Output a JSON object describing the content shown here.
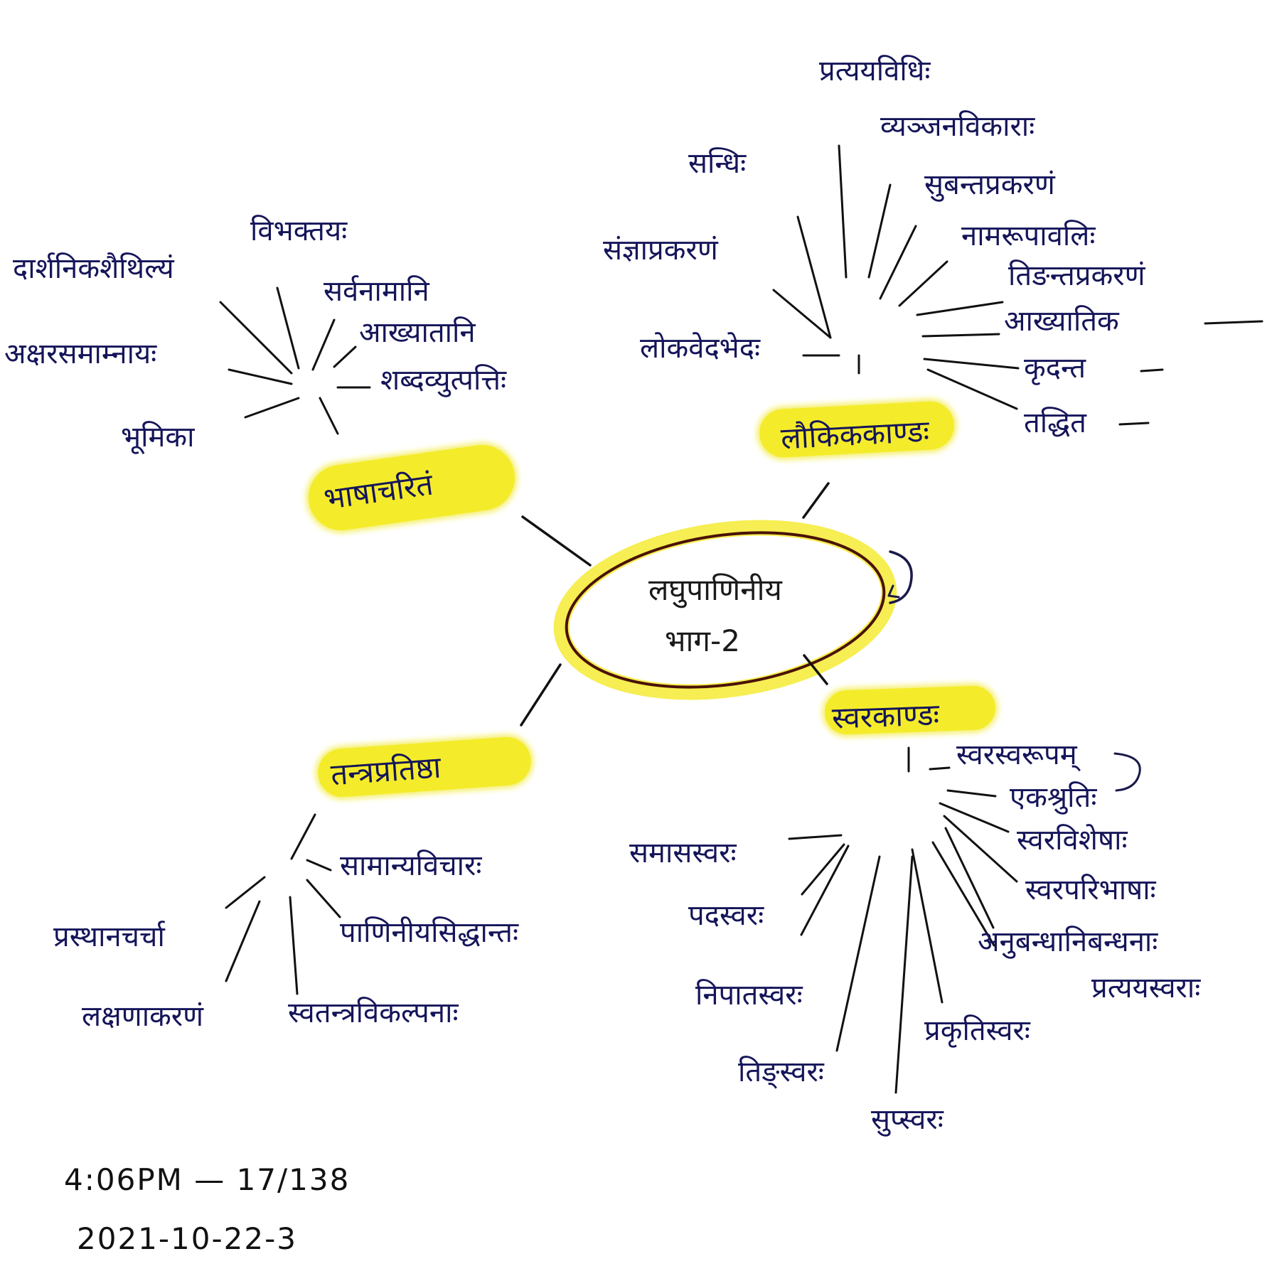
{
  "center": {
    "line1": "लघुपाणिनीय",
    "line2": "भाग-2"
  },
  "branches": {
    "prelude": {
      "title": "भाषाचरितं",
      "items": [
        "विभक्तयः",
        "दार्शनिकशैथिल्यं",
        "अक्षरसमाम्नायः",
        "भूमिका",
        "सर्वनामानि",
        "आख्यातानि",
        "शब्दव्युत्पत्तिः"
      ]
    },
    "loka": {
      "title": "लौकिककाण्डः",
      "items": [
        "लोकवेदभेदः",
        "संज्ञाप्रकरणं",
        "सन्धिः",
        "प्रत्ययविधिः",
        "व्यञ्जनविकाराः",
        "सुबन्तप्रकरणं",
        "नामरूपावलिः",
        "तिङन्तप्रकरणं",
        "आख्यातिक",
        "कृदन्त",
        "तद्धित"
      ]
    },
    "tantra": {
      "title": "तन्त्रप्रतिष्ठा",
      "items": [
        "सामान्यविचारः",
        "प्रस्थानचर्चा",
        "पाणिनीयसिद्धान्तः",
        "लक्षणाकरणं",
        "स्वतन्त्रविकल्पनाः"
      ]
    },
    "svara": {
      "title": "स्वरकाण्डः",
      "items": [
        "स्वरस्वरूपम्",
        "एकश्रुतिः",
        "स्वरविशेषाः",
        "स्वरपरिभाषाः",
        "अनुबन्धानिबन्धनाः",
        "प्रत्ययस्वराः",
        "समासस्वरः",
        "पदस्वरः",
        "निपातस्वरः",
        "तिङ्स्वरः",
        "सुप्स्वरः",
        "प्रकृतिस्वरः"
      ]
    }
  },
  "notes": {
    "time_pages": "4:06PM — 17/138",
    "date": "2021-10-22-3"
  },
  "colors": {
    "highlight": "#f4ec2a",
    "ink": "#15155a",
    "ring": "#5a1a10"
  }
}
